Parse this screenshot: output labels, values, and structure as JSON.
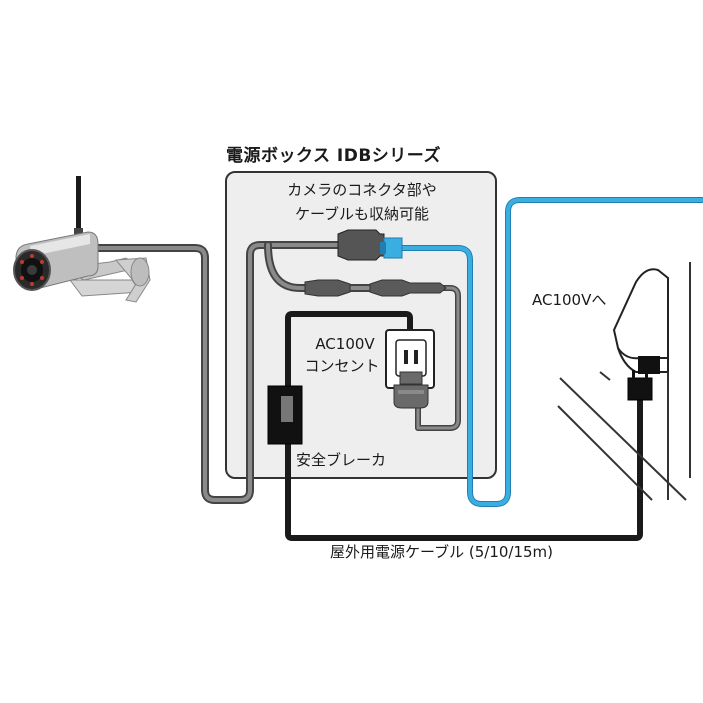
{
  "box_title": "電源ボックス IDBシリーズ",
  "storage_note_line1": "カメラのコネクタ部や",
  "storage_note_line2": "ケーブルも収納可能",
  "ac_outlet_line1": "AC100V",
  "ac_outlet_line2": "コンセント",
  "breaker_label": "安全ブレーカ",
  "ac_source_label": "AC100Vへ",
  "cable_label": "屋外用電源ケーブル (5/10/15m)",
  "colors": {
    "box_fill": "#eeeeee",
    "box_border": "#333333",
    "camera_cable": "#666666",
    "camera_cable_outline": "#444444",
    "lan_cable": "#3aaee0",
    "power_cable": "#1a1a1a",
    "connector": "#555555"
  }
}
